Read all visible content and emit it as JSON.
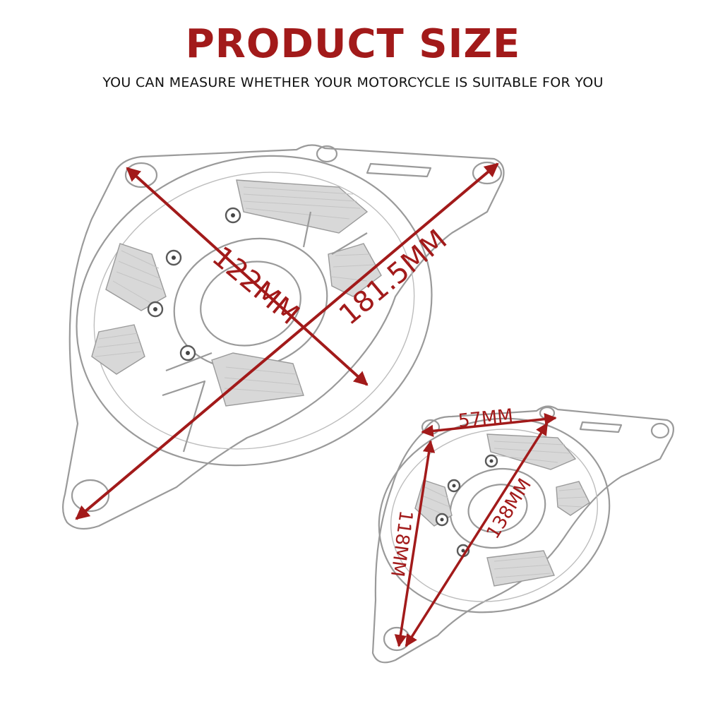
{
  "header": {
    "title": "PRODUCT SIZE",
    "subtitle": "YOU CAN MEASURE WHETHER YOUR MOTORCYCLE IS SUITABLE FOR YOU"
  },
  "dimensions": {
    "large_short": "122MM",
    "large_long": "181.5MM",
    "small_top": "57MM",
    "small_side": "118MM",
    "small_diag": "138MM"
  },
  "colors": {
    "accent": "#a21a1a",
    "text": "#111111",
    "outline": "#9a9a9a"
  }
}
